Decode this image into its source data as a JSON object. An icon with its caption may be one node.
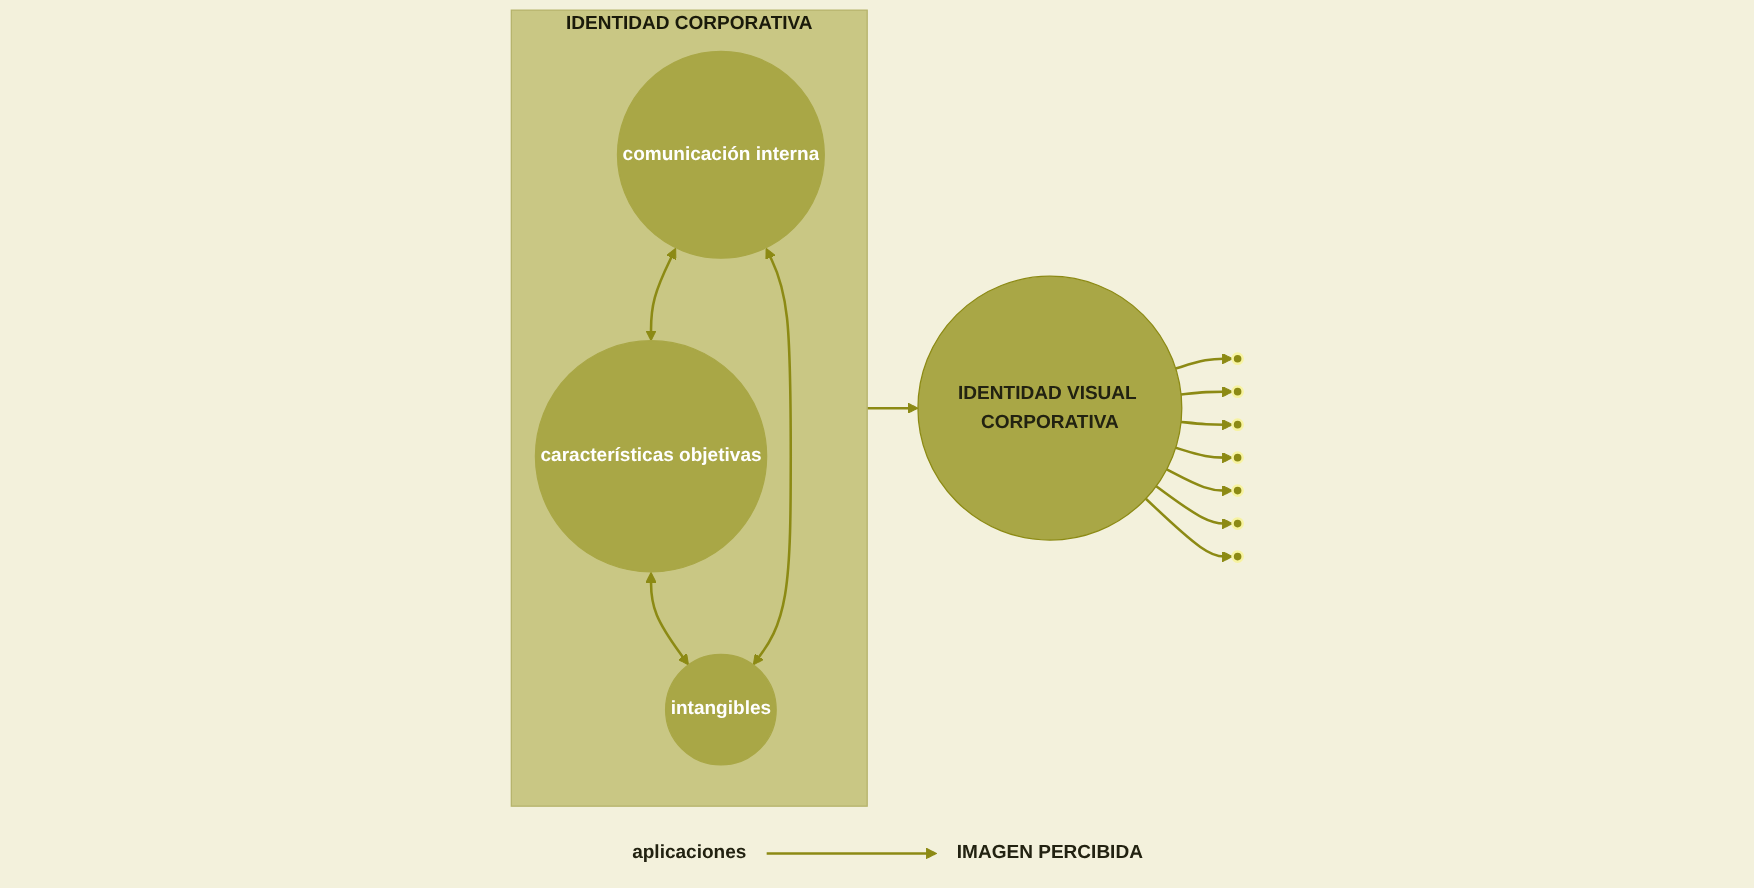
{
  "diagram": {
    "nodes": [
      {
        "text": [
          "IDENTIDAD CORPORATIVA"
        ]
      },
      {
        "text": [
          "características objetivas"
        ],
        "in": 0
      },
      {
        "text": [
          "comunicación interna"
        ],
        "in": 0
      },
      {
        "text": [
          "intangibles"
        ],
        "in": 0
      },
      {
        "text": [
          "IDENTIDAD VISUAL CORPORATIVA"
        ]
      },
      {
        "text": [],
        "shape": "circle"
      },
      {
        "text": [],
        "shape": "circle"
      },
      {
        "text": [],
        "shape": "circle"
      },
      {
        "text": [],
        "shape": "circle"
      },
      {
        "text": [],
        "shape": "circle"
      },
      {
        "text": [],
        "shape": "circle"
      },
      {
        "text": [],
        "shape": "circle"
      },
      {
        "text": [
          "aplicaciones"
        ]
      },
      {
        "text": [
          "IMAGEN PERCIBIDA"
        ]
      }
    ],
    "edges": [
      {
        "from": 2,
        "to": 1,
        "arrow": "both"
      },
      {
        "from": 1,
        "to": 3,
        "arrow": "both"
      },
      {
        "from": 2,
        "to": 3,
        "arrow": "both"
      },
      {
        "from": 0,
        "to": 4,
        "arrow": "to"
      },
      {
        "from": 4,
        "to": 5,
        "arrow": "to"
      },
      {
        "from": 4,
        "to": 6,
        "arrow": "to"
      },
      {
        "from": 4,
        "to": 7,
        "arrow": "to"
      },
      {
        "from": 4,
        "to": 8,
        "arrow": "to"
      },
      {
        "from": 4,
        "to": 9,
        "arrow": "to"
      },
      {
        "from": 4,
        "to": 10,
        "arrow": "to"
      },
      {
        "from": 4,
        "to": 11,
        "arrow": "to"
      },
      {
        "from": 12,
        "to": 13,
        "arrow": "to"
      }
    ]
  }
}
